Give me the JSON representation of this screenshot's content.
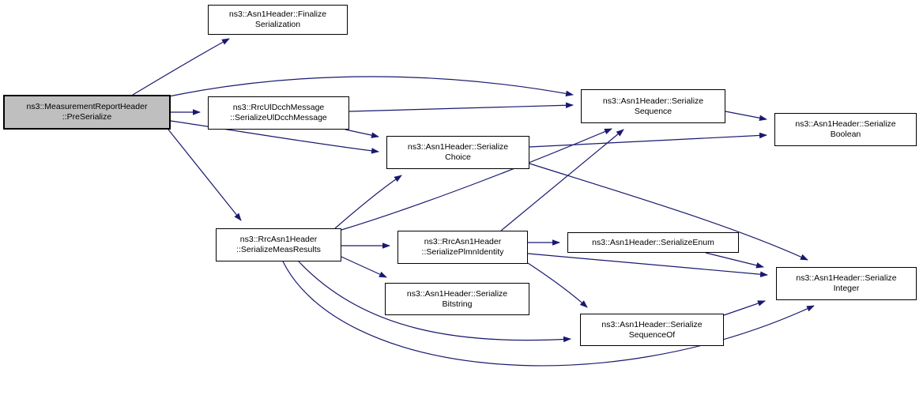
{
  "colors": {
    "background": "#ffffff",
    "edge": "#191970",
    "node_fill": "#ffffff",
    "node_border": "#000000",
    "highlight_fill": "#bfbfbf"
  },
  "graph": {
    "nodes": [
      {
        "id": "preserialize",
        "label_lines": [
          "ns3::MeasurementReportHeader",
          "::PreSerialize"
        ],
        "highlighted": true
      },
      {
        "id": "finalize",
        "label_lines": [
          "ns3::Asn1Header::Finalize",
          "Serialization"
        ],
        "highlighted": false
      },
      {
        "id": "uldcch",
        "label_lines": [
          "ns3::RrcUlDcchMessage",
          "::SerializeUlDcchMessage"
        ],
        "highlighted": false
      },
      {
        "id": "sequence",
        "label_lines": [
          "ns3::Asn1Header::Serialize",
          "Sequence"
        ],
        "highlighted": false
      },
      {
        "id": "boolean",
        "label_lines": [
          "ns3::Asn1Header::Serialize",
          "Boolean"
        ],
        "highlighted": false
      },
      {
        "id": "choice",
        "label_lines": [
          "ns3::Asn1Header::Serialize",
          "Choice"
        ],
        "highlighted": false
      },
      {
        "id": "measresults",
        "label_lines": [
          "ns3::RrcAsn1Header",
          "::SerializeMeasResults"
        ],
        "highlighted": false
      },
      {
        "id": "plmn",
        "label_lines": [
          "ns3::RrcAsn1Header",
          "::SerializePlmnIdentity"
        ],
        "highlighted": false
      },
      {
        "id": "enum",
        "label_lines": [
          "ns3::Asn1Header::SerializeEnum"
        ],
        "highlighted": false
      },
      {
        "id": "bitstring",
        "label_lines": [
          "ns3::Asn1Header::Serialize",
          "Bitstring"
        ],
        "highlighted": false
      },
      {
        "id": "sequenceof",
        "label_lines": [
          "ns3::Asn1Header::Serialize",
          "SequenceOf"
        ],
        "highlighted": false
      },
      {
        "id": "integer",
        "label_lines": [
          "ns3::Asn1Header::Serialize",
          "Integer"
        ],
        "highlighted": false
      }
    ],
    "edges": [
      {
        "from": "preserialize",
        "to": "finalize"
      },
      {
        "from": "preserialize",
        "to": "uldcch"
      },
      {
        "from": "preserialize",
        "to": "sequence"
      },
      {
        "from": "preserialize",
        "to": "choice"
      },
      {
        "from": "preserialize",
        "to": "measresults"
      },
      {
        "from": "uldcch",
        "to": "sequence"
      },
      {
        "from": "uldcch",
        "to": "choice"
      },
      {
        "from": "sequence",
        "to": "boolean"
      },
      {
        "from": "choice",
        "to": "boolean"
      },
      {
        "from": "choice",
        "to": "integer"
      },
      {
        "from": "measresults",
        "to": "sequence"
      },
      {
        "from": "measresults",
        "to": "choice"
      },
      {
        "from": "measresults",
        "to": "plmn"
      },
      {
        "from": "measresults",
        "to": "bitstring"
      },
      {
        "from": "measresults",
        "to": "sequenceof"
      },
      {
        "from": "measresults",
        "to": "integer"
      },
      {
        "from": "plmn",
        "to": "sequence"
      },
      {
        "from": "plmn",
        "to": "enum"
      },
      {
        "from": "plmn",
        "to": "integer"
      },
      {
        "from": "plmn",
        "to": "sequenceof"
      },
      {
        "from": "enum",
        "to": "integer"
      },
      {
        "from": "sequenceof",
        "to": "integer"
      }
    ]
  }
}
